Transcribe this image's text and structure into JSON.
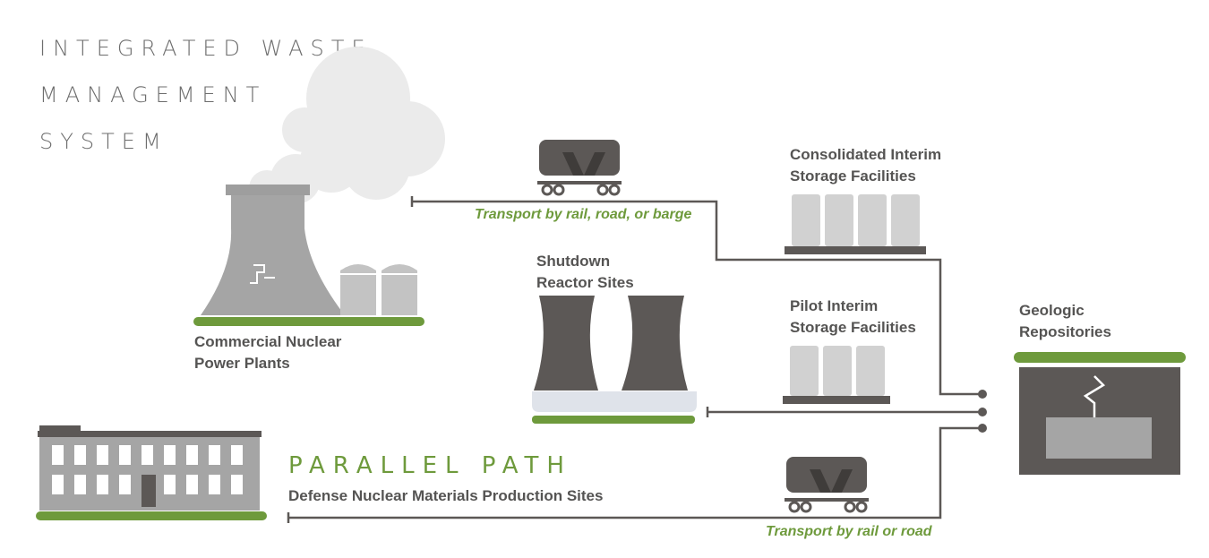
{
  "title": {
    "line1": "INTEGRATED WASTE",
    "line2": "MANAGEMENT",
    "line3": "SYSTEM"
  },
  "parallel_path": "PARALLEL PATH",
  "nodes": {
    "commercial": {
      "line1": "Commercial Nuclear",
      "line2": "Power Plants"
    },
    "shutdown": {
      "line1": "Shutdown",
      "line2": "Reactor Sites"
    },
    "consolidated": {
      "line1": "Consolidated Interim",
      "line2": "Storage Facilities"
    },
    "pilot": {
      "line1": "Pilot Interim",
      "line2": "Storage Facilities"
    },
    "geologic": {
      "line1": "Geologic",
      "line2": "Repositories"
    },
    "defense": {
      "label": "Defense Nuclear Materials Production Sites"
    }
  },
  "transport": {
    "top": "Transport by rail, road, or barge",
    "bottom": "Transport by rail or road"
  },
  "colors": {
    "dark_gray": "#5c5856",
    "light_gray": "#c8c8c8",
    "green": "#6e9a3c",
    "line": "#5c5856"
  }
}
